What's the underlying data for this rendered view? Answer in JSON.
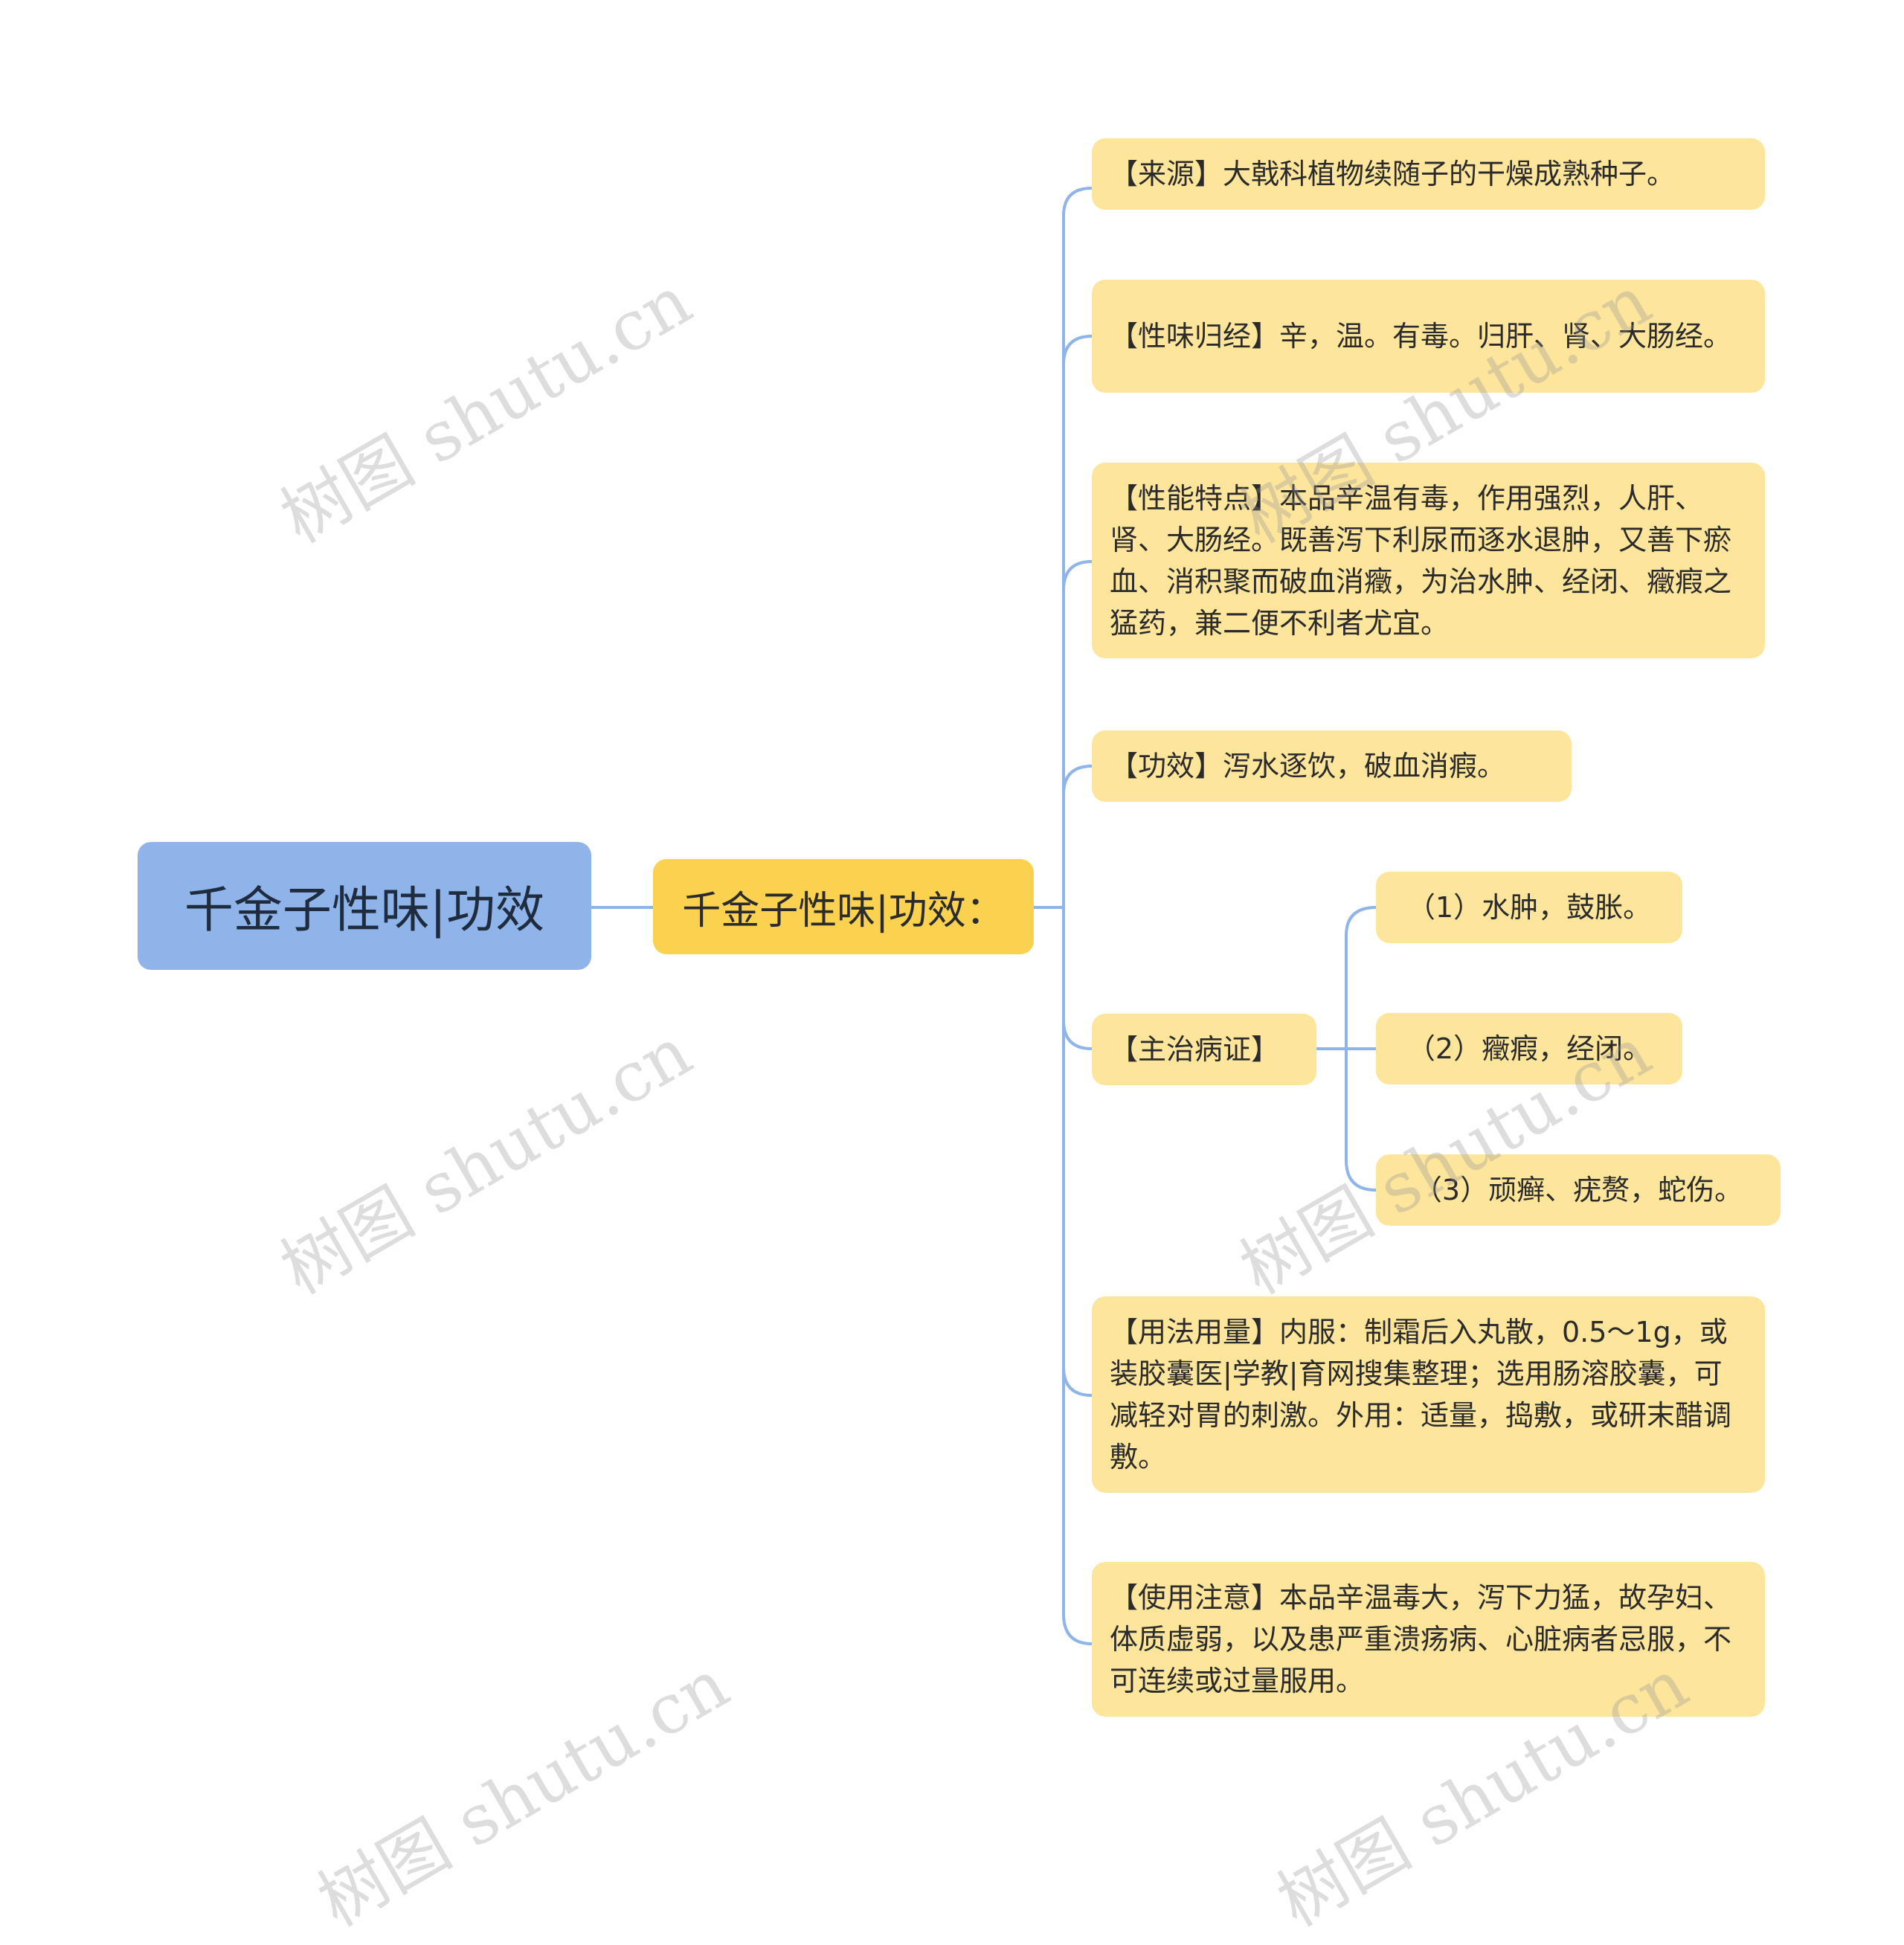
{
  "root": {
    "label": "千金子性味|功效"
  },
  "main": {
    "label": "千金子性味|功效："
  },
  "topics": {
    "source": "【来源】大戟科植物续随子的干燥成熟种子。",
    "nature": "【性味归经】辛，温。有毒。归肝、肾、大肠经。",
    "traits": "【性能特点】本品辛温有毒，作用强烈，人肝、肾、大肠经。既善泻下利尿而逐水退肿，又善下瘀血、消积聚而破血消癥，为治水肿、经闭、癥瘕之猛药，兼二便不利者尤宜。",
    "efficacy": "【功效】泻水逐饮，破血消瘕。",
    "indications": "【主治病证】",
    "usage": "【用法用量】内服：制霜后入丸散，0.5～1g，或装胶囊医|学教|育网搜集整理；选用肠溶胶囊，可减轻对胃的刺激。外用：适量，捣敷，或研末醋调敷。",
    "cautions": "【使用注意】本品辛温毒大，泻下力猛，故孕妇、体质虚弱，以及患严重溃疡病、心脏病者忌服，不可连续或过量服用。"
  },
  "indication_items": [
    "（1）水肿，鼓胀。",
    "（2）癥瘕，经闭。",
    "（3）顽癣、疣赘，蛇伤。"
  ],
  "watermark": "树图 shutu.cn",
  "colors": {
    "root_fill": "#8eb4ea",
    "main_fill": "#fbd24f",
    "leaf_fill": "#fde59c",
    "connector": "#8eb4ea"
  }
}
